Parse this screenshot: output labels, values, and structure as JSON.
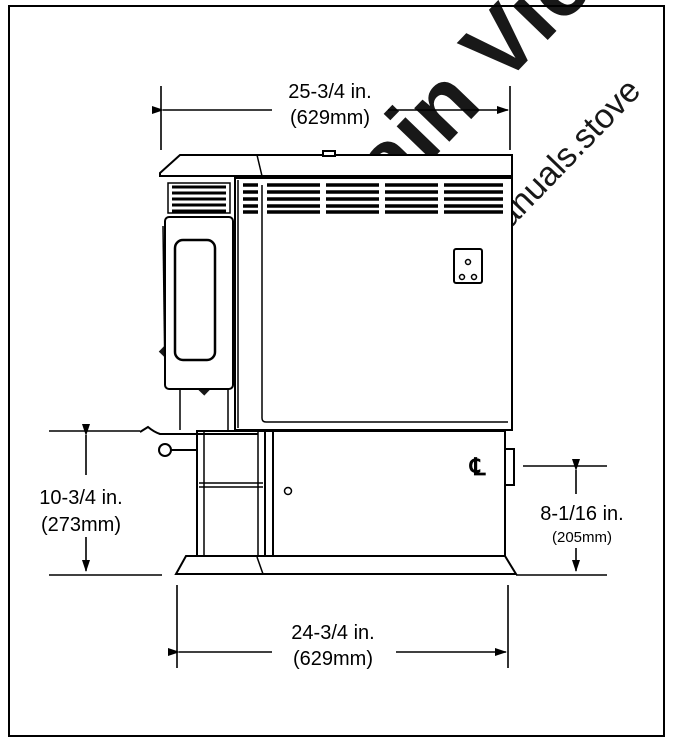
{
  "dimensions": {
    "top_width": {
      "imperial": "25-3/4 in.",
      "metric": "(629mm)"
    },
    "bottom_width": {
      "imperial": "24-3/4 in.",
      "metric": "(629mm)"
    },
    "left_height": {
      "imperial": "10-3/4 in.",
      "metric": "(273mm)"
    },
    "right_height": {
      "imperial": "8-1/16 in.",
      "metric": "(205mm)"
    }
  },
  "centerline_symbol": "℄",
  "watermark": {
    "text": "Mountain View",
    "site": "manuals.stove"
  },
  "colors": {
    "line": "#000000",
    "watermark": "#e6e6e6",
    "background": "#ffffff"
  }
}
